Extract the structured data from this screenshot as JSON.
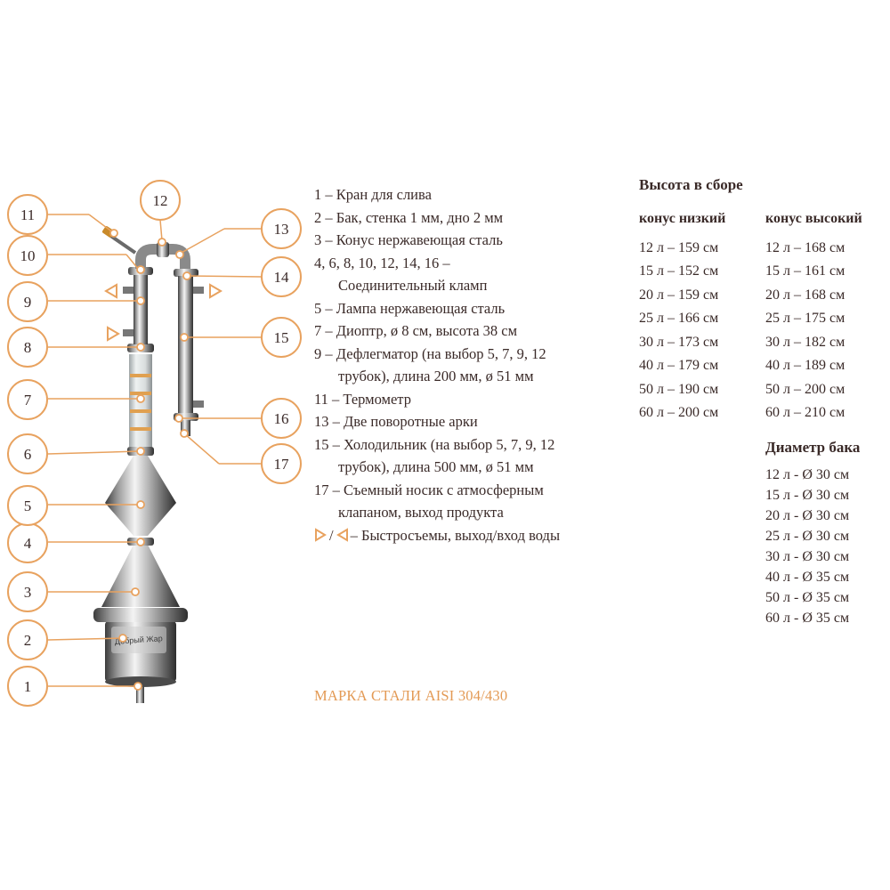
{
  "callouts": [
    "1",
    "2",
    "3",
    "4",
    "5",
    "6",
    "7",
    "8",
    "9",
    "10",
    "11",
    "12",
    "13",
    "14",
    "15",
    "16",
    "17"
  ],
  "legend": [
    {
      "lines": [
        "1 – Кран для слива"
      ]
    },
    {
      "lines": [
        "2 – Бак, стенка 1 мм, дно 2 мм"
      ]
    },
    {
      "lines": [
        "3 – Конус нержавеющая сталь"
      ]
    },
    {
      "lines": [
        "4, 6, 8, 10, 12, 14, 16 –",
        "Соединительный кламп"
      ]
    },
    {
      "lines": [
        "5 – Лампа нержавеющая сталь"
      ]
    },
    {
      "lines": [
        "7 – Диоптр, ø 8 см, высота 38 см"
      ]
    },
    {
      "lines": [
        "9 – Дефлегматор (на выбор 5, 7, 9, 12",
        "трубок), длина 200 мм, ø 51 мм"
      ]
    },
    {
      "lines": [
        "11 – Термометр"
      ]
    },
    {
      "lines": [
        "13 – Две поворотные арки"
      ]
    },
    {
      "lines": [
        "15 – Холодильник (на выбор 5, 7, 9, 12",
        "трубок), длина 500 мм, ø 51 мм"
      ]
    },
    {
      "lines": [
        "17 – Съемный носик с атмосферным",
        "клапаном, выход продукта"
      ]
    }
  ],
  "quick_connect": {
    "separator": "/",
    "text": "– Быстросъемы, выход/вход воды"
  },
  "steel_grade": "МАРКА СТАЛИ AISI 304/430",
  "heights": {
    "title": "Высота в сборе",
    "low": {
      "header": "конус низкий",
      "rows": [
        "12 л – 159 см",
        "15 л – 152 см",
        "20 л – 159 см",
        "25 л – 166 см",
        "30 л – 173 см",
        "40 л – 179 см",
        "50 л – 190 см",
        "60 л – 200 см"
      ]
    },
    "high": {
      "header": "конус высокий",
      "rows": [
        "12 л – 168 см",
        "15 л – 161 см",
        "20 л – 168 см",
        "25 л – 175 см",
        "30 л – 182 см",
        "40 л – 189 см",
        "50 л – 200 см",
        "60 л – 210 см"
      ]
    }
  },
  "diameter": {
    "title": "Диаметр бака",
    "rows": [
      "12 л - Ø 30 см",
      "15 л - Ø 30 см",
      "20 л - Ø 30 см",
      "25 л - Ø 30 см",
      "30 л - Ø 30 см",
      "40 л - Ø 35 см",
      "50 л - Ø 35 см",
      "60 л - Ø 35 см"
    ]
  },
  "tank_engraving": "Добрый Жар",
  "colors": {
    "accent": "#e8a25f",
    "text": "#3a2a28",
    "steel_dark": "#5c5c5c",
    "steel_light": "#f2f2f2"
  }
}
